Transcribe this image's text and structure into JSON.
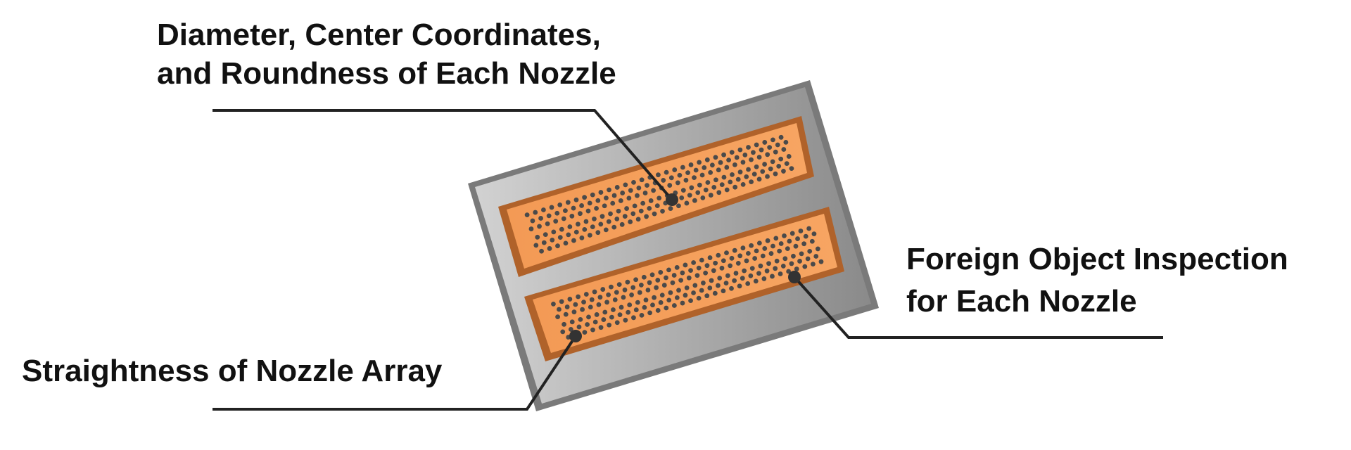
{
  "labels": {
    "top_line1": "Diameter, Center Coordinates,",
    "top_line2": "and Roundness of Each Nozzle",
    "right_line1": "Foreign Object Inspection",
    "right_line2": "for Each Nozzle",
    "left": "Straightness of Nozzle Array"
  },
  "colors": {
    "plate": "#a9a9a9",
    "nozzle_bar": "#f0934a",
    "nozzle_dot": "#4a4a4a",
    "leader": "#222222"
  }
}
